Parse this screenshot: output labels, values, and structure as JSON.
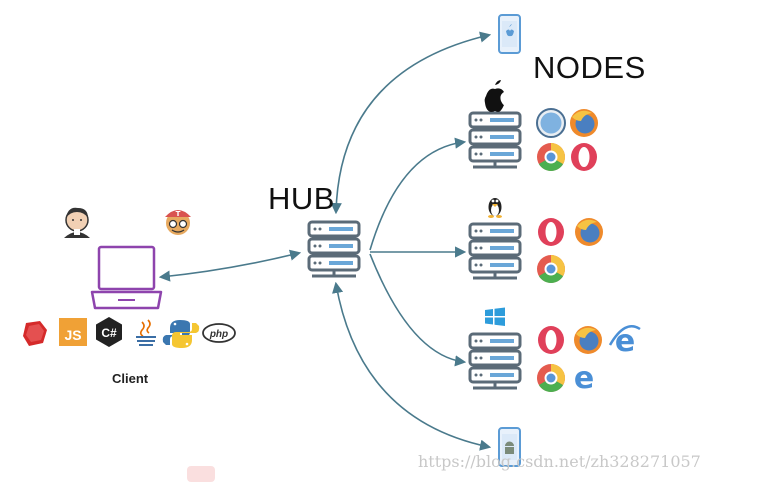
{
  "diagram": {
    "hub_label": "HUB",
    "nodes_label": "NODES",
    "client_label": "Client",
    "watermark": "https://blog.csdn.net/zh328271057",
    "client_languages": [
      "ruby-icon",
      "javascript-icon",
      "csharp-icon",
      "java-icon",
      "python-icon",
      "php-icon"
    ],
    "client_tools": [
      "jenkins-icon",
      "travis-ci-icon"
    ],
    "nodes": [
      {
        "os": "ios-phone",
        "browsers": []
      },
      {
        "os": "apple",
        "browsers": [
          "safari-icon",
          "firefox-icon",
          "chrome-icon",
          "opera-icon"
        ]
      },
      {
        "os": "linux",
        "browsers": [
          "opera-icon",
          "firefox-icon",
          "chrome-icon"
        ]
      },
      {
        "os": "windows",
        "browsers": [
          "opera-icon",
          "firefox-icon",
          "ie-icon",
          "chrome-icon",
          "edge-icon"
        ]
      },
      {
        "os": "android-phone",
        "browsers": []
      }
    ],
    "colors": {
      "arrow": "#4a7a8c",
      "server": "#5b6b78",
      "server_slot": "#6aa7d8",
      "client_laptop": "#8e44ad",
      "phone": "#5b9bd5"
    }
  }
}
